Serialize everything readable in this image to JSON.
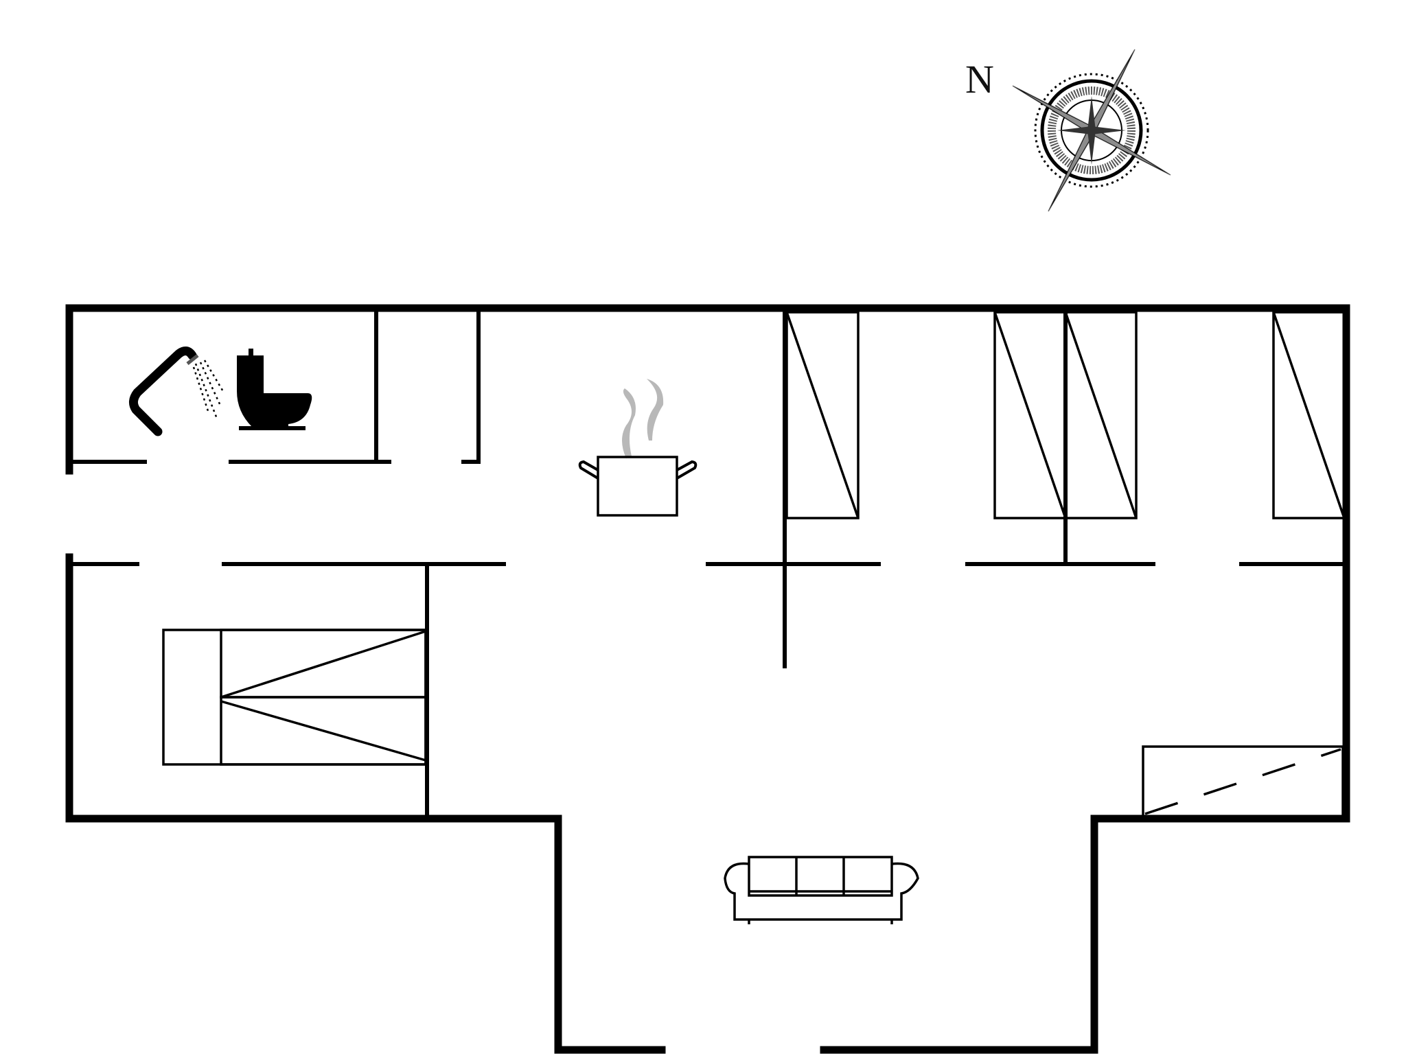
{
  "compass": {
    "north_label": "N",
    "icon": "compass-rose-icon"
  },
  "rooms": [
    {
      "name": "bathroom",
      "icons": [
        "shower-icon",
        "toilet-icon"
      ]
    },
    {
      "name": "kitchen",
      "icons": [
        "cooking-pot-icon"
      ]
    },
    {
      "name": "bedroom-1",
      "icons": [
        "bunk-bed-icon"
      ]
    },
    {
      "name": "bedroom-2",
      "icons": [
        "single-bed-icon"
      ]
    },
    {
      "name": "bedroom-3",
      "icons": [
        "single-bed-icon",
        "single-bed-icon"
      ]
    },
    {
      "name": "bedroom-4",
      "icons": [
        "single-bed-icon"
      ]
    },
    {
      "name": "living-room",
      "icons": [
        "sofa-icon"
      ]
    },
    {
      "name": "window-bay",
      "icons": [
        "window-glass-icon"
      ]
    }
  ],
  "colors": {
    "wall": "#000000",
    "background": "#ffffff",
    "steam": "#b8b8b8"
  }
}
